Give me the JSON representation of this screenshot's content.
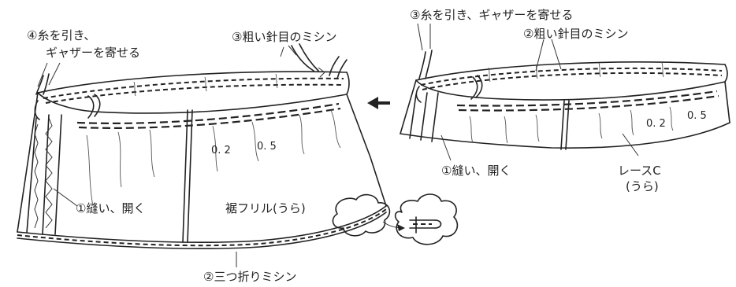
{
  "left_panel": {
    "step4_line1": "④糸を引き、",
    "step4_line2": "ギャザーを寄せる",
    "step3": "③粗い針目のミシン",
    "seam_small": "0. 2",
    "seam_large": "0. 5",
    "step1": "①縫い、開く",
    "fabric": "裾フリル(うら)",
    "step2": "②三つ折りミシン"
  },
  "right_panel": {
    "step3": "③糸を引き、ギャザーを寄せる",
    "step2": "②粗い針目のミシン",
    "seam_small": "0. 2",
    "seam_large": "0. 5",
    "step1": "①縫い、開く",
    "fabric_line1": "レースC",
    "fabric_line2": "(うら)"
  },
  "arrow_glyph": "←"
}
